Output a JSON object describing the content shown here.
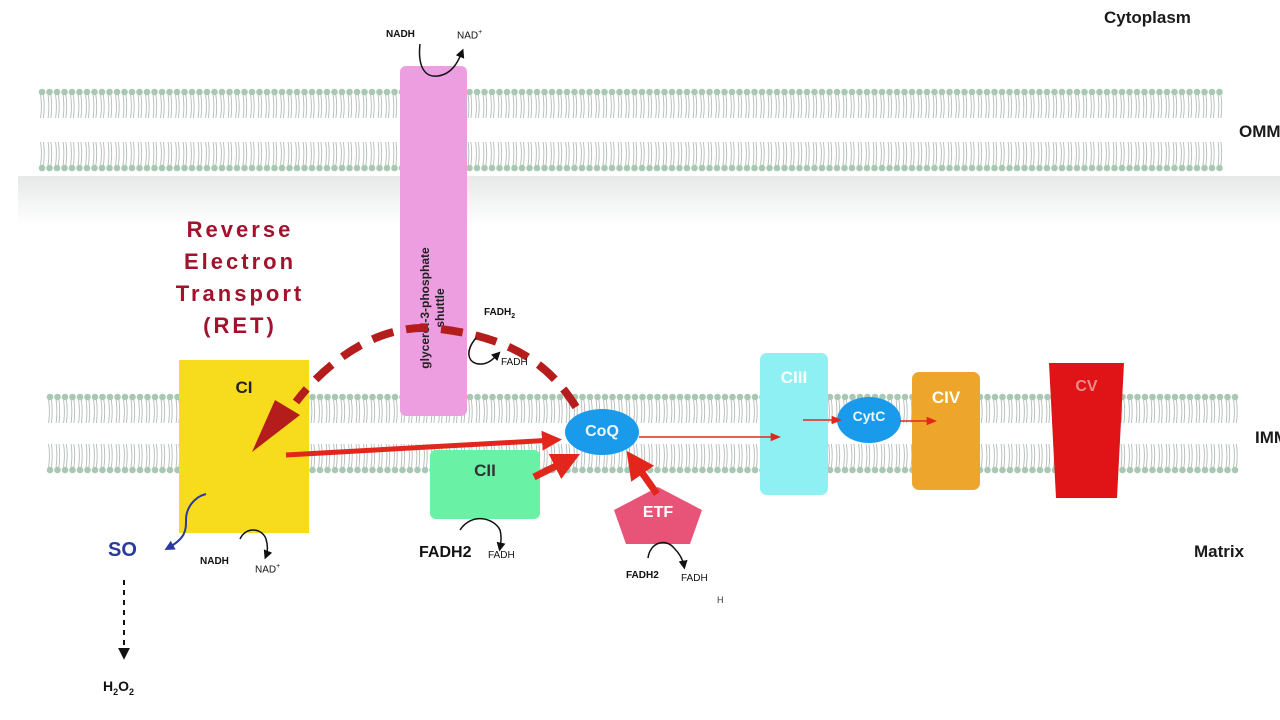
{
  "regions": {
    "cytoplasm": "Cytoplasm",
    "omm": "OMM",
    "imm": "IMM",
    "matrix": "Matrix"
  },
  "ret_label": {
    "line1": "Reverse",
    "line2": "Electron",
    "line3": "Transport",
    "line4": "(RET)"
  },
  "proteins": {
    "ci": "CI",
    "cii": "CII",
    "ciii": "CIII",
    "civ": "CIV",
    "cv": "CV",
    "coq": "CoQ",
    "cytc": "CytC",
    "etf": "ETF",
    "g3p_line1": "glycerol-3-phosphate",
    "g3p_line2": "shuttle"
  },
  "molecules": {
    "nadh": "NADH",
    "nad": "NAD",
    "nad_sup": "+",
    "fadh2_base": "FADH",
    "fadh2_sub": "2",
    "fadh": "FADH",
    "so": "SO",
    "h2o2_h": "H",
    "h2o2_2a": "2",
    "h2o2_o": "O",
    "h2o2_2b": "2",
    "stray_h": "H"
  },
  "colors": {
    "membrane_head": "#a9c8b4",
    "membrane_tail": "#b2bcb6",
    "ci": "#f6dc1c",
    "cii": "#69f2a6",
    "ciii": "#8ff0f4",
    "civ": "#eda52b",
    "cv": "#e01316",
    "coq": "#1a9aeb",
    "cytc": "#1a9aeb",
    "etf": "#e85478",
    "g3p": "#ec9ee0",
    "ret_text": "#a3122c",
    "ret_arrow": "#b51d1d",
    "forward_arrow": "#e3261c",
    "so_text": "#2b3a9e"
  }
}
